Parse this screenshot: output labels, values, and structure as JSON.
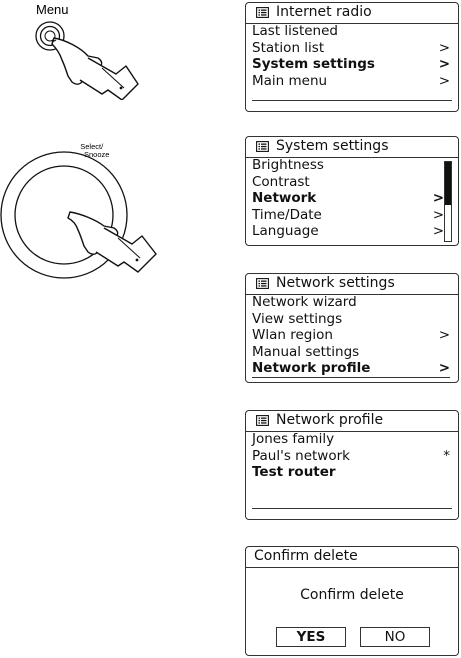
{
  "controls": {
    "menu_label": "Menu",
    "select_label_line1": "Select/",
    "select_label_line2": "Snooze"
  },
  "screens": [
    {
      "title": "Internet radio",
      "items": [
        {
          "label": "Last listened",
          "arrow": "",
          "selected": false
        },
        {
          "label": "Station list",
          "arrow": ">",
          "selected": false
        },
        {
          "label": "System settings",
          "arrow": ">",
          "selected": true
        },
        {
          "label": "Main menu",
          "arrow": ">",
          "selected": false
        }
      ]
    },
    {
      "title": "System settings",
      "items": [
        {
          "label": "Brightness",
          "arrow": "",
          "selected": false
        },
        {
          "label": "Contrast",
          "arrow": "",
          "selected": false
        },
        {
          "label": "Network",
          "arrow": ">",
          "selected": true
        },
        {
          "label": "Time/Date",
          "arrow": ">",
          "selected": false
        },
        {
          "label": "Language",
          "arrow": ">",
          "selected": false
        }
      ],
      "scroll_position": 0.55
    },
    {
      "title": "Network settings",
      "items": [
        {
          "label": "Network wizard",
          "arrow": "",
          "selected": false
        },
        {
          "label": "View settings",
          "arrow": "",
          "selected": false
        },
        {
          "label": "Wlan region",
          "arrow": ">",
          "selected": false
        },
        {
          "label": "Manual settings",
          "arrow": "",
          "selected": false
        },
        {
          "label": "Network profile",
          "arrow": ">",
          "selected": true
        }
      ]
    },
    {
      "title": "Network profile",
      "items": [
        {
          "label": "Jones family",
          "arrow": "",
          "selected": false
        },
        {
          "label": "Paul's network",
          "arrow": "*",
          "selected": false
        },
        {
          "label": "Test router",
          "arrow": "",
          "selected": true
        }
      ]
    }
  ],
  "confirm": {
    "title": "Confirm delete",
    "message": "Confirm delete",
    "yes_label": "YES",
    "no_label": "NO"
  }
}
